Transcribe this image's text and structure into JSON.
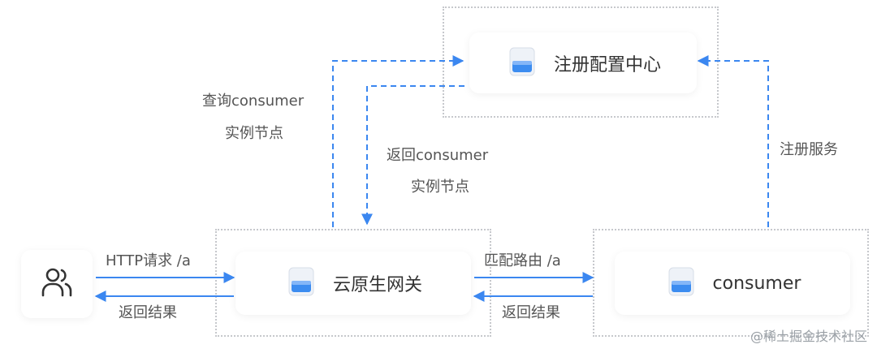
{
  "nodes": {
    "registry": {
      "label": "注册配置中心",
      "icon": "cube-server-icon"
    },
    "gateway": {
      "label": "云原生网关",
      "icon": "cube-server-icon"
    },
    "consumer": {
      "label": "consumer",
      "icon": "cube-server-icon"
    },
    "user": {
      "icon": "users-icon"
    }
  },
  "edges": {
    "query_line1": "查询consumer",
    "query_line2": "实例节点",
    "return_line1": "返回consumer",
    "return_line2": "实例节点",
    "register": "注册服务",
    "http_request": "HTTP请求 /a",
    "return_result_left": "返回结果",
    "match_route": "匹配路由 /a",
    "return_result_right": "返回结果"
  },
  "watermark": "@稀土掘金技术社区",
  "colors": {
    "arrow": "#3b87f0",
    "frame": "#c6c8cc",
    "text": "#555555"
  }
}
